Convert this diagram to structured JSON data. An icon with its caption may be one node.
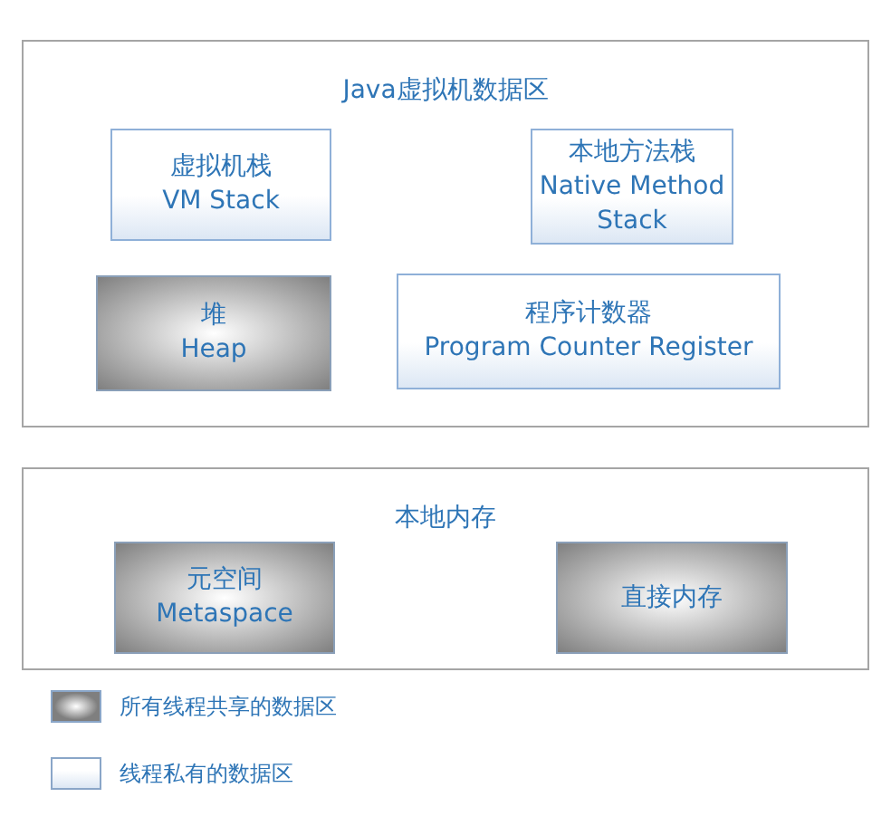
{
  "diagram": {
    "nodes": [
      {
        "text": [
          "Java虚拟机数据区"
        ]
      },
      {
        "text": [
          "虚拟机栈",
          "VM Stack"
        ],
        "in": 0
      },
      {
        "text": [
          "本地方法栈",
          "Native Method Stack"
        ],
        "in": 0
      },
      {
        "text": [
          "堆",
          "Heap"
        ],
        "in": 0
      },
      {
        "text": [
          "程序计数器",
          "Program Counter Register"
        ],
        "in": 0
      },
      {
        "text": [
          "本地内存"
        ]
      },
      {
        "text": [
          "元空间",
          "Metaspace"
        ],
        "in": 5
      },
      {
        "text": [
          "直接内存"
        ],
        "in": 5
      }
    ],
    "edges": [],
    "legend": [
      {
        "text": "所有线程共享的数据区",
        "color": "#7f7f7f"
      },
      {
        "text": "线程私有的数据区",
        "color": "#dce7f4"
      }
    ]
  }
}
